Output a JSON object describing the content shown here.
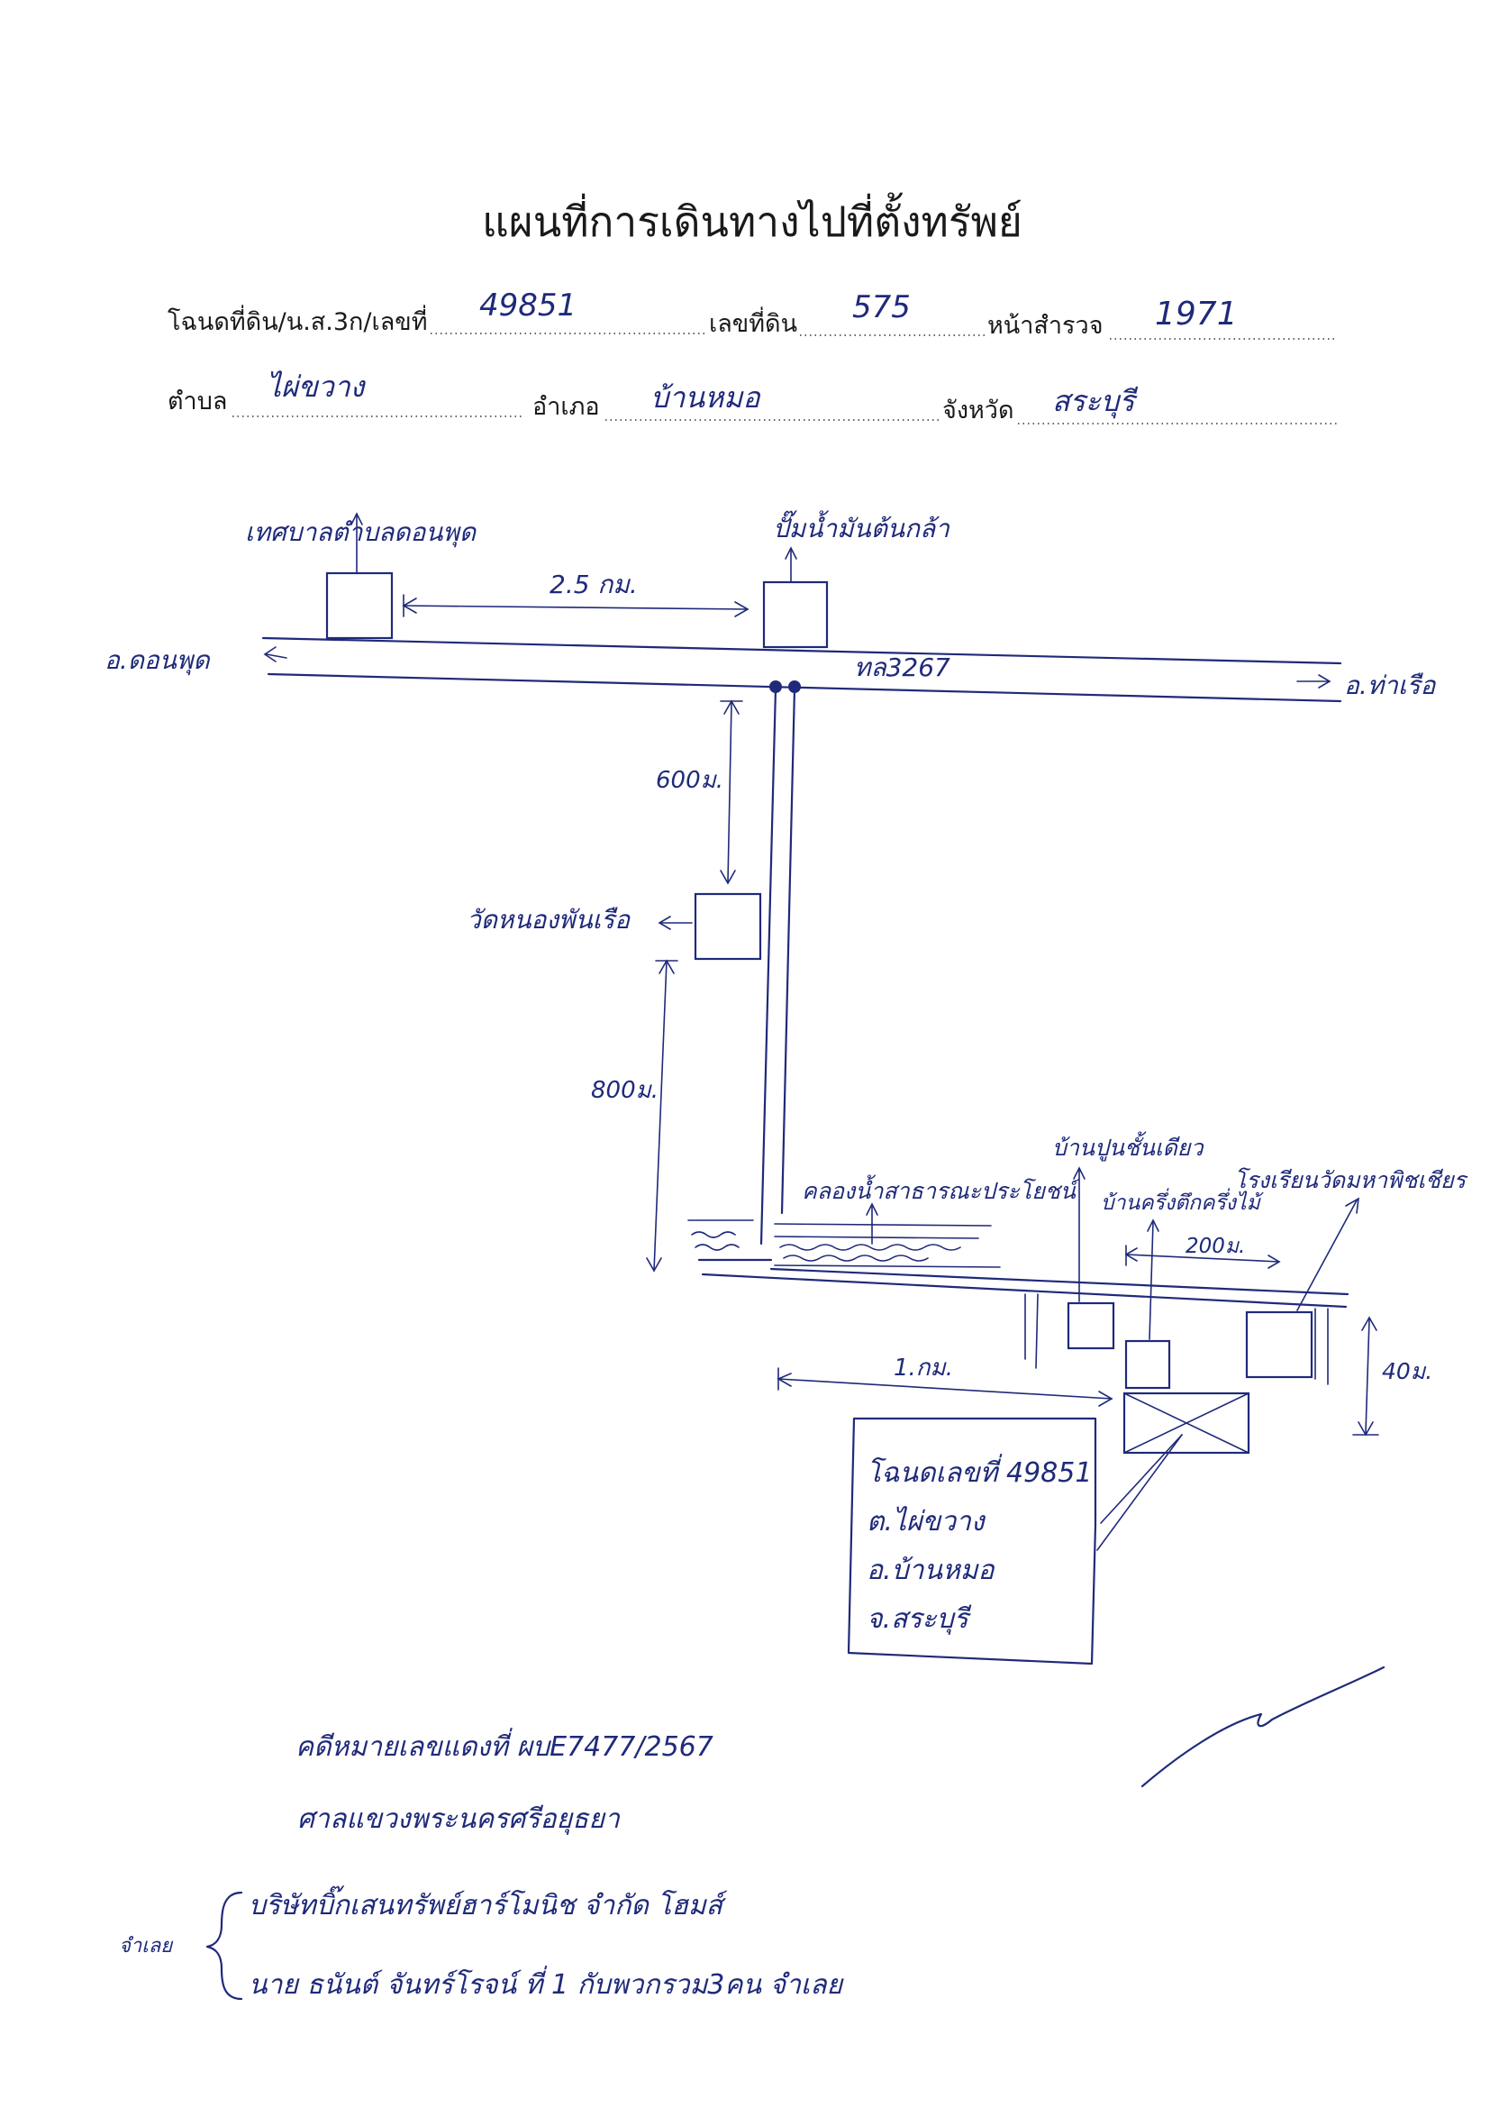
{
  "title": "แผนที่การเดินทางไปที่ตั้งทรัพย์",
  "form": {
    "deed_label": "โฉนดที่ดิน/น.ส.3ก/เลขที่",
    "deed_no": "49851",
    "land_no_label": "เลขที่ดิน",
    "land_no": "575",
    "survey_page_label": "หน้าสำรวจ",
    "survey_page": "1971",
    "subdistrict_label": "ตำบล",
    "subdistrict": "ไผ่ขวาง",
    "district_label": "อำเภอ",
    "district": "บ้านหมอ",
    "province_label": "จังหวัด",
    "province": "สระบุรี"
  },
  "map": {
    "municipal_office": "เทศบาลตำบลดอนพุด",
    "gas_station": "ปั๊มน้ำมันต้นกล้า",
    "dist_2_5km": "2.5 กม.",
    "left_destination": "อ.ดอนพุด",
    "right_destination": "อ.ท่าเรือ",
    "highway": "ทล3267",
    "dist_600m": "600ม.",
    "temple": "วัดหนองพันเรือ",
    "dist_800m": "800ม.",
    "canal": "คลองน้ำสาธารณะประโยชน์",
    "house_1": "บ้านปูนชั้นเดียว",
    "house_2": "บ้านครึ่งตึกครึ่งไม้",
    "school": "โรงเรียนวัดมหาพิชเชียร",
    "dist_200m": "200ม.",
    "dist_1km": "1.กม.",
    "dist_40m": "40ม.",
    "parcel_line1": "โฉนดเลขที่ 49851",
    "parcel_line2": "ต.ไผ่ขวาง",
    "parcel_line3": "อ.บ้านหมอ",
    "parcel_line4": "จ.สระบุรี"
  },
  "footer": {
    "case_no": "คดีหมายเลขแดงที่ ผบE7477/2567",
    "court": "ศาลแขวงพระนครศรีอยุธยา",
    "defendants_label": "จำเลย",
    "defendant_1": "บริษัทบิ๊กเสนทรัพย์ฮาร์โมนิช จำกัด โฮมส์",
    "defendant_2": "นาย ธนันต์ จันทร์โรจน์ ที่ 1 กับพวกรวม3คน จำเลย"
  },
  "signature_present": true
}
